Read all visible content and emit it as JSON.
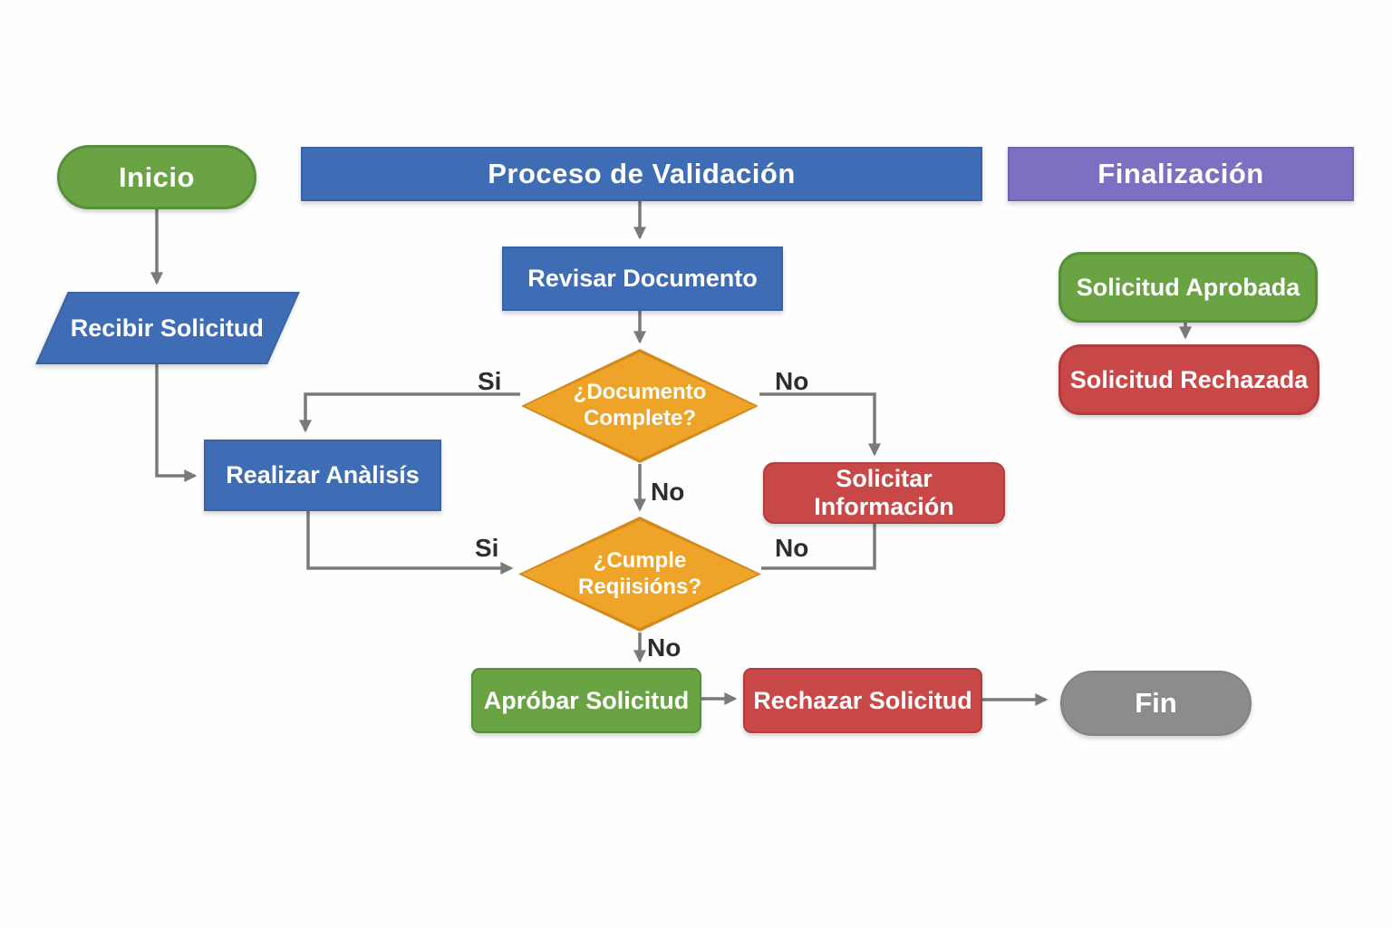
{
  "colors": {
    "background": "#fefefe",
    "green": "#69a344",
    "green_border": "#579038",
    "blue": "#3e6cb5",
    "blue_border": "#3763a8",
    "purple": "#7b70c2",
    "purple_border": "#6f65b5",
    "orange": "#eda428",
    "orange_border": "#d3891c",
    "red": "#c84747",
    "red_border": "#b43c3c",
    "gray": "#8c8c8c",
    "gray_border": "#828282",
    "arrow": "#7a7a7a",
    "label": "#2d2d2d"
  },
  "headers": {
    "proceso": "Proceso de Validación",
    "finalizacion": "Finalización"
  },
  "nodes": {
    "inicio": "Inicio",
    "recibir": "Recibir Solicitud",
    "revisar": "Revisar Documento",
    "documento_completo": "¿Documento Complete?",
    "solicitar_informacion": "Solicitar Información",
    "realizar_analisis": "Realizar Anàlisís",
    "cumple_requisitos": "¿Cumple Reqiisións?",
    "aprobar": "Apróbar Solicitud",
    "rechazar": "Rechazar Solicitud",
    "fin": "Fin",
    "aprobada": "Solicitud Aprobada",
    "rechazada": "Solicitud Rechazada"
  },
  "edge_labels": {
    "doc_si": "Si",
    "doc_no": "No",
    "doc_no_down": "No",
    "cumple_si": "Si",
    "cumple_no": "No",
    "cumple_no_down": "No"
  }
}
